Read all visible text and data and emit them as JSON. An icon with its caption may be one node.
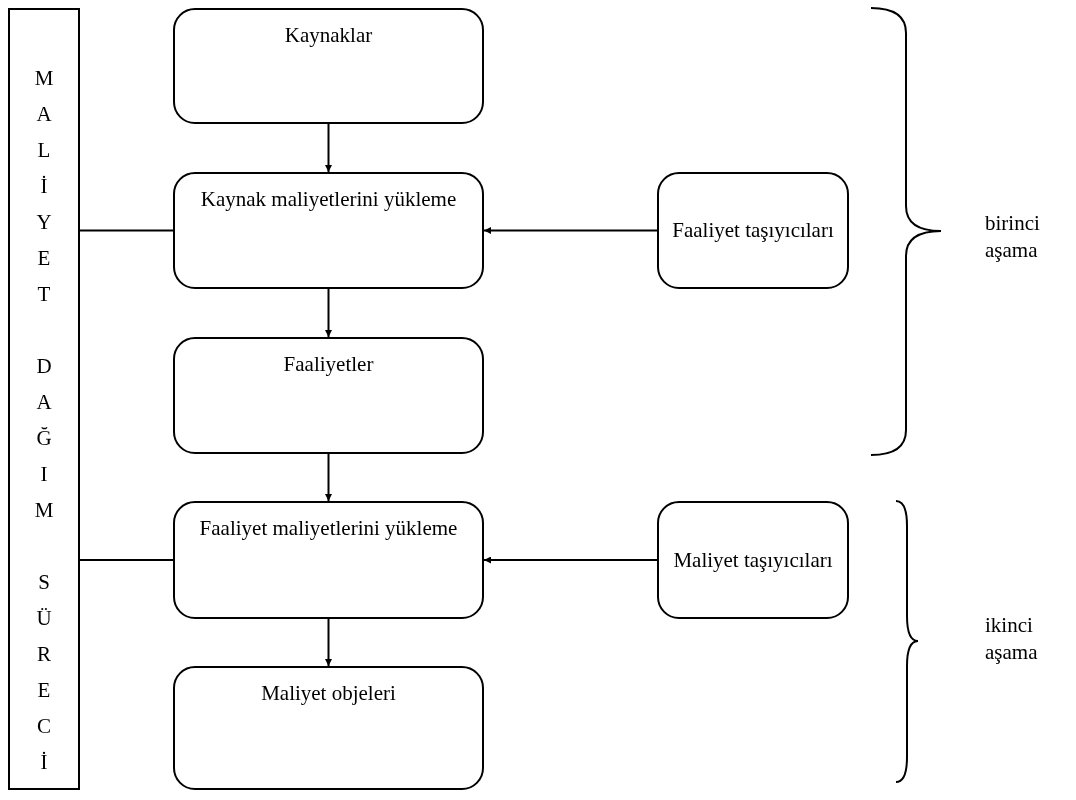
{
  "diagram": {
    "nodes": [
      {
        "text": [
          "MALİYET DAĞIM SÜRECİ"
        ]
      },
      {
        "text": [
          "Kaynaklar"
        ]
      },
      {
        "text": [
          "Kaynak maliyetlerini yükleme"
        ]
      },
      {
        "text": [
          "Faaliyetler"
        ]
      },
      {
        "text": [
          "Faaliyet maliyetlerini yükleme"
        ]
      },
      {
        "text": [
          "Maliyet objeleri"
        ]
      },
      {
        "text": [
          "Faaliyet taşıyıcıları"
        ]
      },
      {
        "text": [
          "Maliyet taşıyıcıları"
        ]
      }
    ],
    "edges": [
      {
        "from": 1,
        "to": 2,
        "arrow": "to"
      },
      {
        "from": 6,
        "to": 2,
        "arrow": "to"
      },
      {
        "from": 2,
        "to": 3,
        "arrow": "to"
      },
      {
        "from": 3,
        "to": 4,
        "arrow": "to"
      },
      {
        "from": 7,
        "to": 4,
        "arrow": "to"
      },
      {
        "from": 4,
        "to": 5,
        "arrow": "to"
      },
      {
        "from": 0,
        "to": 2,
        "arrow": "none"
      },
      {
        "from": 0,
        "to": 4,
        "arrow": "none"
      }
    ],
    "labels": [
      "birinci aşama",
      "ikinci aşama"
    ]
  }
}
